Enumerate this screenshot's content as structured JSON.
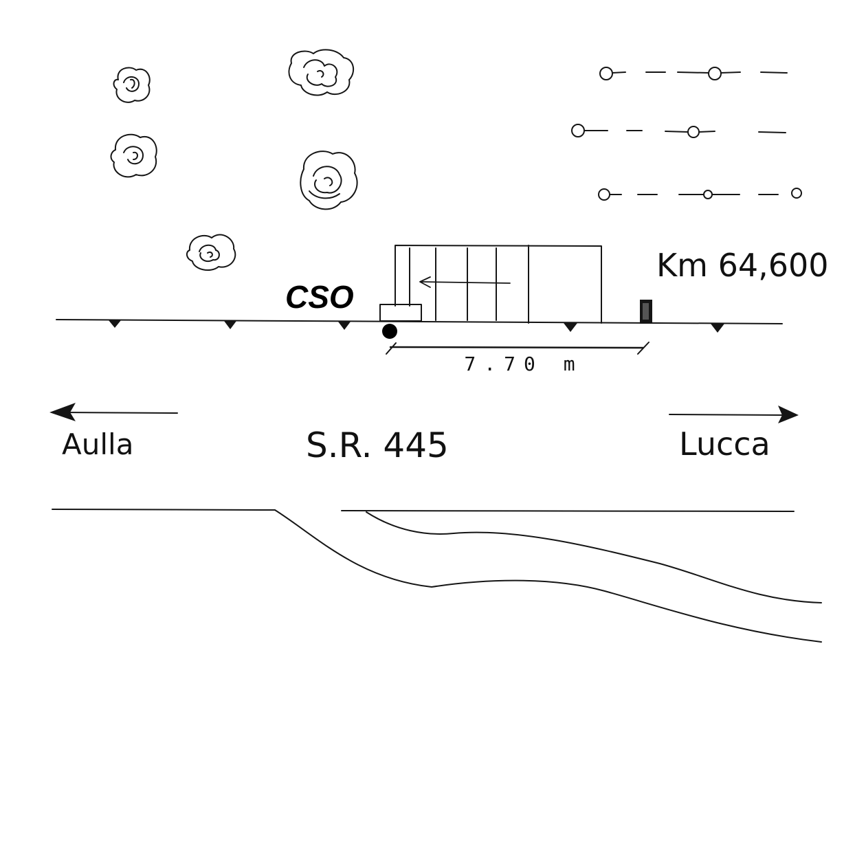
{
  "labels": {
    "station": "CSO",
    "distance": "7.70 m",
    "kilometre": "Km 64,600",
    "road": "S.R. 445",
    "direction_left": "Aulla",
    "direction_right": "Lucca"
  },
  "colors": {
    "ink": "#151515",
    "background": "#ffffff",
    "station_marker": "#000000"
  },
  "icons": {
    "bush": "scribbled-shrub",
    "tree_row": "circle-and-dash-row",
    "station_marker": "filled-dot",
    "kilometre_post": "filled-post"
  }
}
